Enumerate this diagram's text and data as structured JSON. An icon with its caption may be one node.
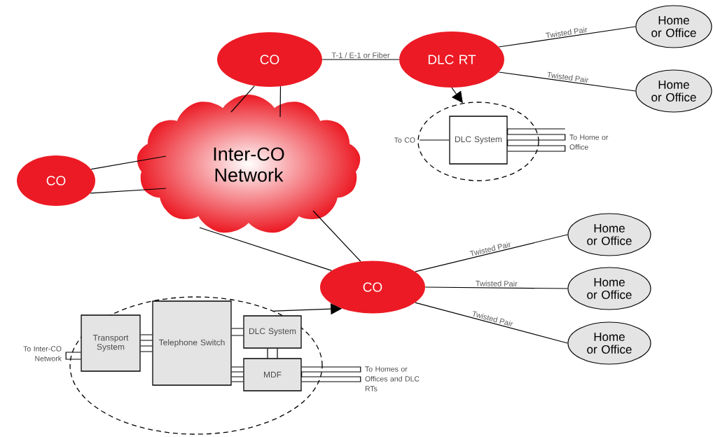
{
  "diagram": {
    "nodes": [
      {
        "text": [
          "CO"
        ]
      },
      {
        "text": [
          "DLC RT"
        ]
      },
      {
        "text": [
          "Home or Office"
        ]
      },
      {
        "text": [
          "Home or Office"
        ]
      },
      {
        "text": [],
        "shape": "ellipse"
      },
      {
        "text": [
          "DLC System"
        ],
        "in": 4
      },
      {
        "text": [
          "CO"
        ]
      },
      {
        "text": [
          "Inter-CO Network"
        ]
      },
      {
        "text": [
          "CO"
        ]
      },
      {
        "text": [
          "Home or Office"
        ]
      },
      {
        "text": [
          "Home or Office"
        ]
      },
      {
        "text": [
          "Home or Office"
        ]
      },
      {
        "text": [],
        "shape": "ellipse"
      },
      {
        "text": [
          "Transport System"
        ],
        "in": 12
      },
      {
        "text": [
          "Telephone Switch"
        ],
        "in": 12
      },
      {
        "text": [
          "DLC System"
        ],
        "in": 12
      },
      {
        "text": [
          "MDF"
        ],
        "in": 12
      },
      {
        "text": [
          "To CO"
        ]
      },
      {
        "text": [
          "To Home or Office"
        ]
      },
      {
        "text": [
          "To Inter-CO Network"
        ]
      },
      {
        "text": [
          "To Homes or Offices and DLC RTs"
        ]
      }
    ],
    "edges": [
      {
        "from": 0,
        "to": 1,
        "arrow": "none",
        "label": "T-1 / E-1 or Fiber"
      },
      {
        "from": 1,
        "to": 2,
        "arrow": "none",
        "label": "Twisted Pair"
      },
      {
        "from": 1,
        "to": 3,
        "arrow": "none",
        "label": "Twisted Pair"
      },
      {
        "from": 1,
        "to": 4,
        "arrow": "to"
      },
      {
        "from": 0,
        "to": 7,
        "arrow": "none"
      },
      {
        "from": 0,
        "to": 7,
        "arrow": "none"
      },
      {
        "from": 6,
        "to": 7,
        "arrow": "none"
      },
      {
        "from": 6,
        "to": 7,
        "arrow": "none"
      },
      {
        "from": 7,
        "to": 8,
        "arrow": "none"
      },
      {
        "from": 7,
        "to": 8,
        "arrow": "none"
      },
      {
        "from": 8,
        "to": 9,
        "arrow": "none",
        "label": "Twisted Pair"
      },
      {
        "from": 8,
        "to": 10,
        "arrow": "none",
        "label": "Twisted Pair"
      },
      {
        "from": 8,
        "to": 11,
        "arrow": "none",
        "label": "Twisted Pair"
      },
      {
        "from": 12,
        "to": 8,
        "arrow": "to"
      },
      {
        "from": 13,
        "to": 14,
        "arrow": "none"
      },
      {
        "from": 14,
        "to": 15,
        "arrow": "none"
      },
      {
        "from": 14,
        "to": 16,
        "arrow": "none"
      },
      {
        "from": 15,
        "to": 16,
        "arrow": "none"
      },
      {
        "from": 5,
        "to": 17,
        "arrow": "none"
      },
      {
        "from": 5,
        "to": 18,
        "arrow": "none"
      },
      {
        "from": 13,
        "to": 19,
        "arrow": "none"
      },
      {
        "from": 16,
        "to": 20,
        "arrow": "none"
      }
    ]
  }
}
